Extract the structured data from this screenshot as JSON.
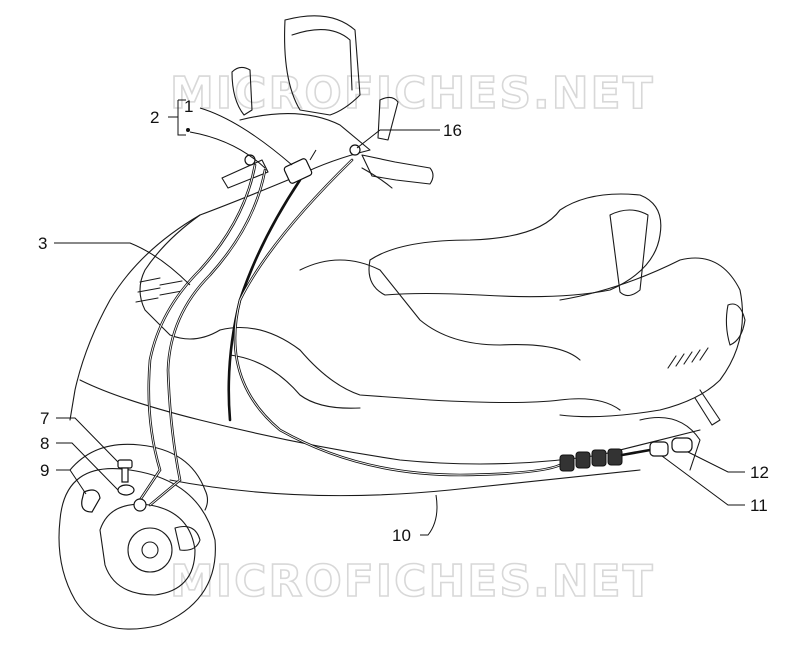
{
  "watermark": {
    "text_top": "MICROFICHES.NET",
    "text_bottom": "MICROFICHES.NET"
  },
  "callouts": [
    {
      "id": "2",
      "label": "2"
    },
    {
      "id": "1",
      "label": "1"
    },
    {
      "id": "16",
      "label": "16"
    },
    {
      "id": "3",
      "label": "3"
    },
    {
      "id": "7",
      "label": "7"
    },
    {
      "id": "8",
      "label": "8"
    },
    {
      "id": "9",
      "label": "9"
    },
    {
      "id": "10",
      "label": "10"
    },
    {
      "id": "11",
      "label": "11"
    },
    {
      "id": "12",
      "label": "12"
    }
  ],
  "colors": {
    "line": "#1a1a1a",
    "watermark": "#d8d8d8",
    "background": "#ffffff"
  }
}
